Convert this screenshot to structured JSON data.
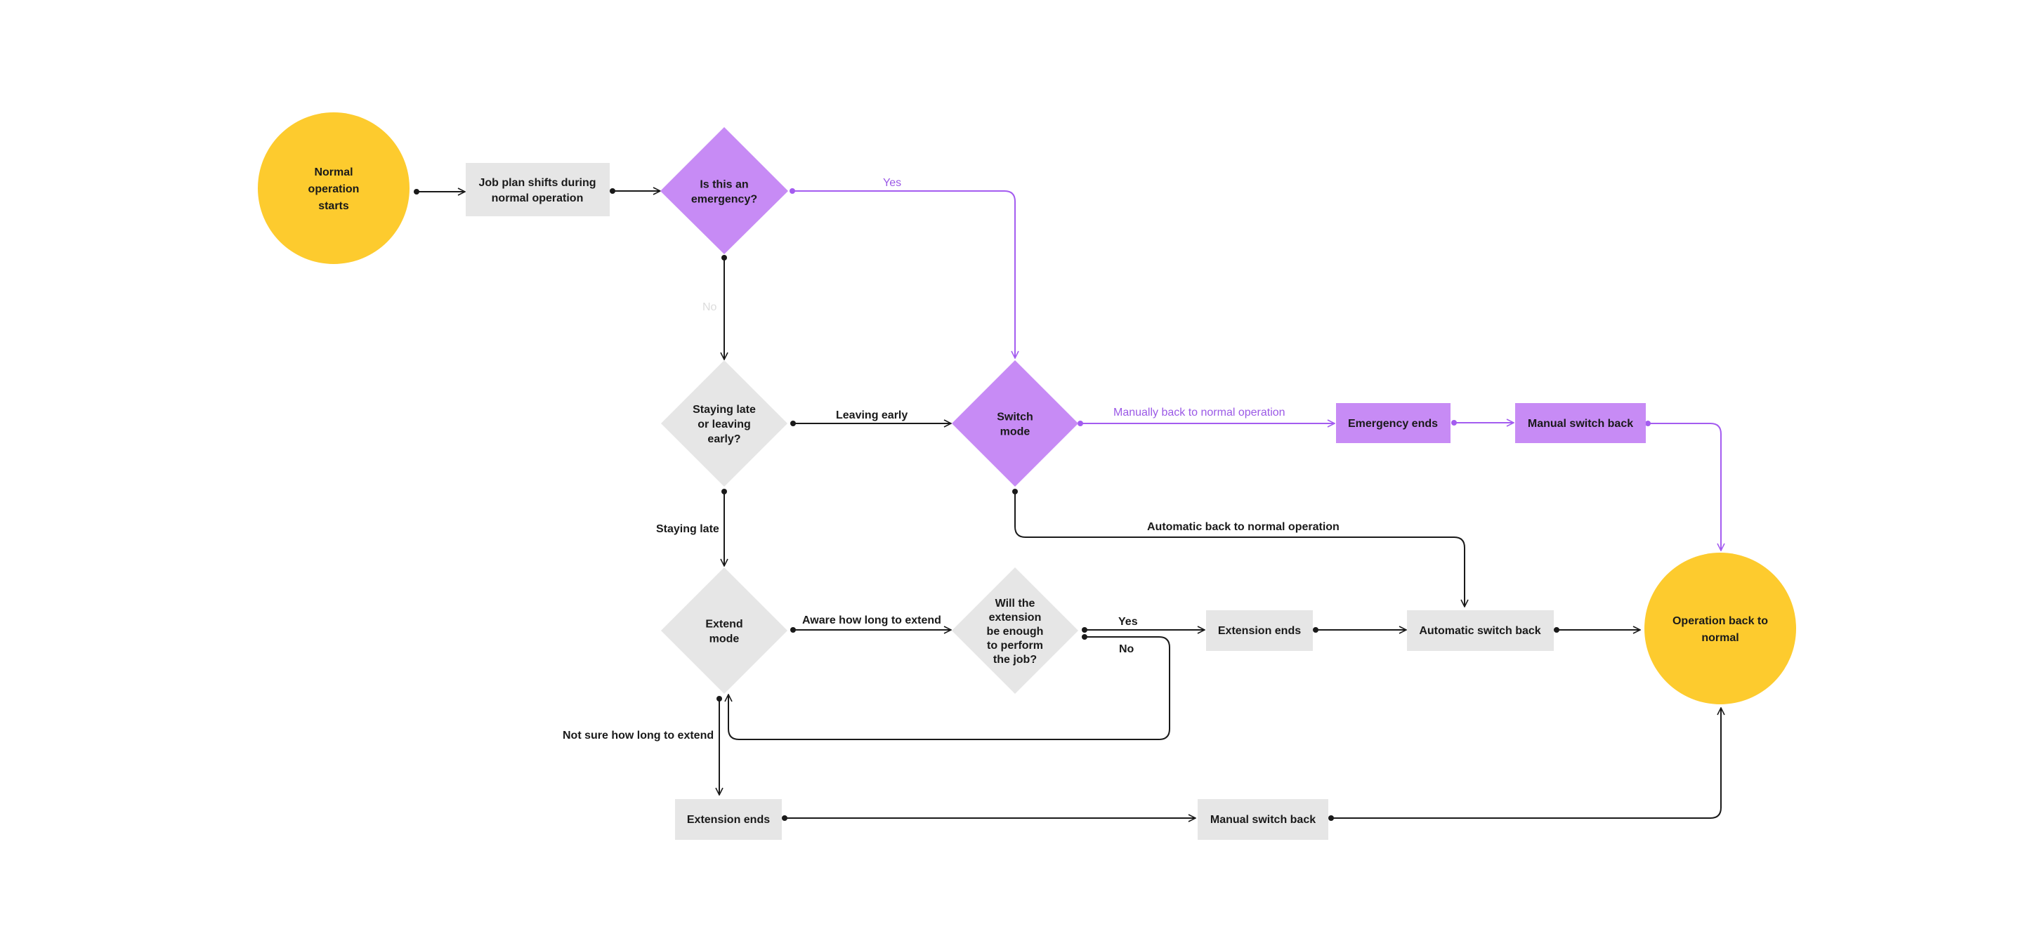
{
  "colors": {
    "yellow": "#FDCB2E",
    "purple": "#C78BF5",
    "gray": "#E6E6E6",
    "purple_line": "#A45CF0",
    "black_line": "#1a1a1a"
  },
  "nodes": {
    "start": "Normal operation starts",
    "job_plan": "Job plan shifts during normal operation",
    "emergency_q": "Is this an emergency?",
    "staying_q": "Staying late or leaving early?",
    "switch_mode": "Switch mode",
    "emergency_ends": "Emergency ends",
    "manual_switch_back_top": "Manual switch back",
    "extend_mode": "Extend mode",
    "extension_q": "Will the extension be enough to perform the job?",
    "extension_ends_mid": "Extension ends",
    "automatic_switch_back": "Automatic switch back",
    "end": "Operation  back to normal",
    "extension_ends_bottom": "Extension ends",
    "manual_switch_back_bottom": "Manual switch back"
  },
  "edges": {
    "yes_emergency": "Yes",
    "no_emergency": "No",
    "leaving_early": "Leaving early",
    "manually_back": "Manually back to normal operation",
    "automatic_back": "Automatic back to normal operation",
    "staying_late": "Staying late",
    "aware_how_long": "Aware how long to extend",
    "yes_extension": "Yes",
    "no_extension": "No",
    "not_sure": "Not sure how long to extend"
  }
}
